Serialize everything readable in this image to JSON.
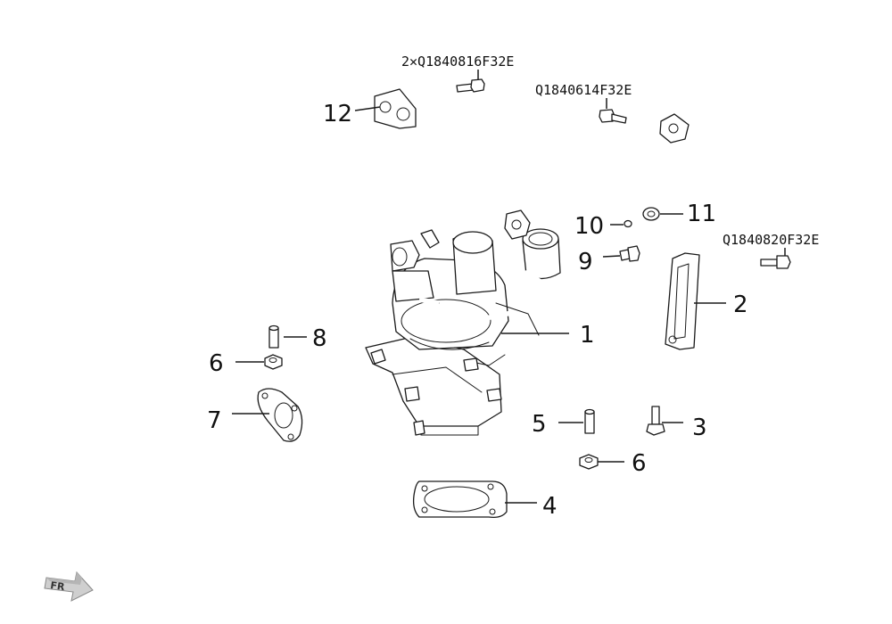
{
  "callouts": {
    "c1": "1",
    "c2": "2",
    "c3": "3",
    "c4": "4",
    "c5": "5",
    "c6a": "6",
    "c6b": "6",
    "c7": "7",
    "c8": "8",
    "c9": "9",
    "c10": "10",
    "c11": "11",
    "c12": "12"
  },
  "part_numbers": {
    "bolt_top": "2✕Q1840816F32E",
    "bolt_pipe": "Q1840614F32E",
    "bolt_right": "Q1840820F32E"
  },
  "orientation": {
    "label": "FR"
  }
}
